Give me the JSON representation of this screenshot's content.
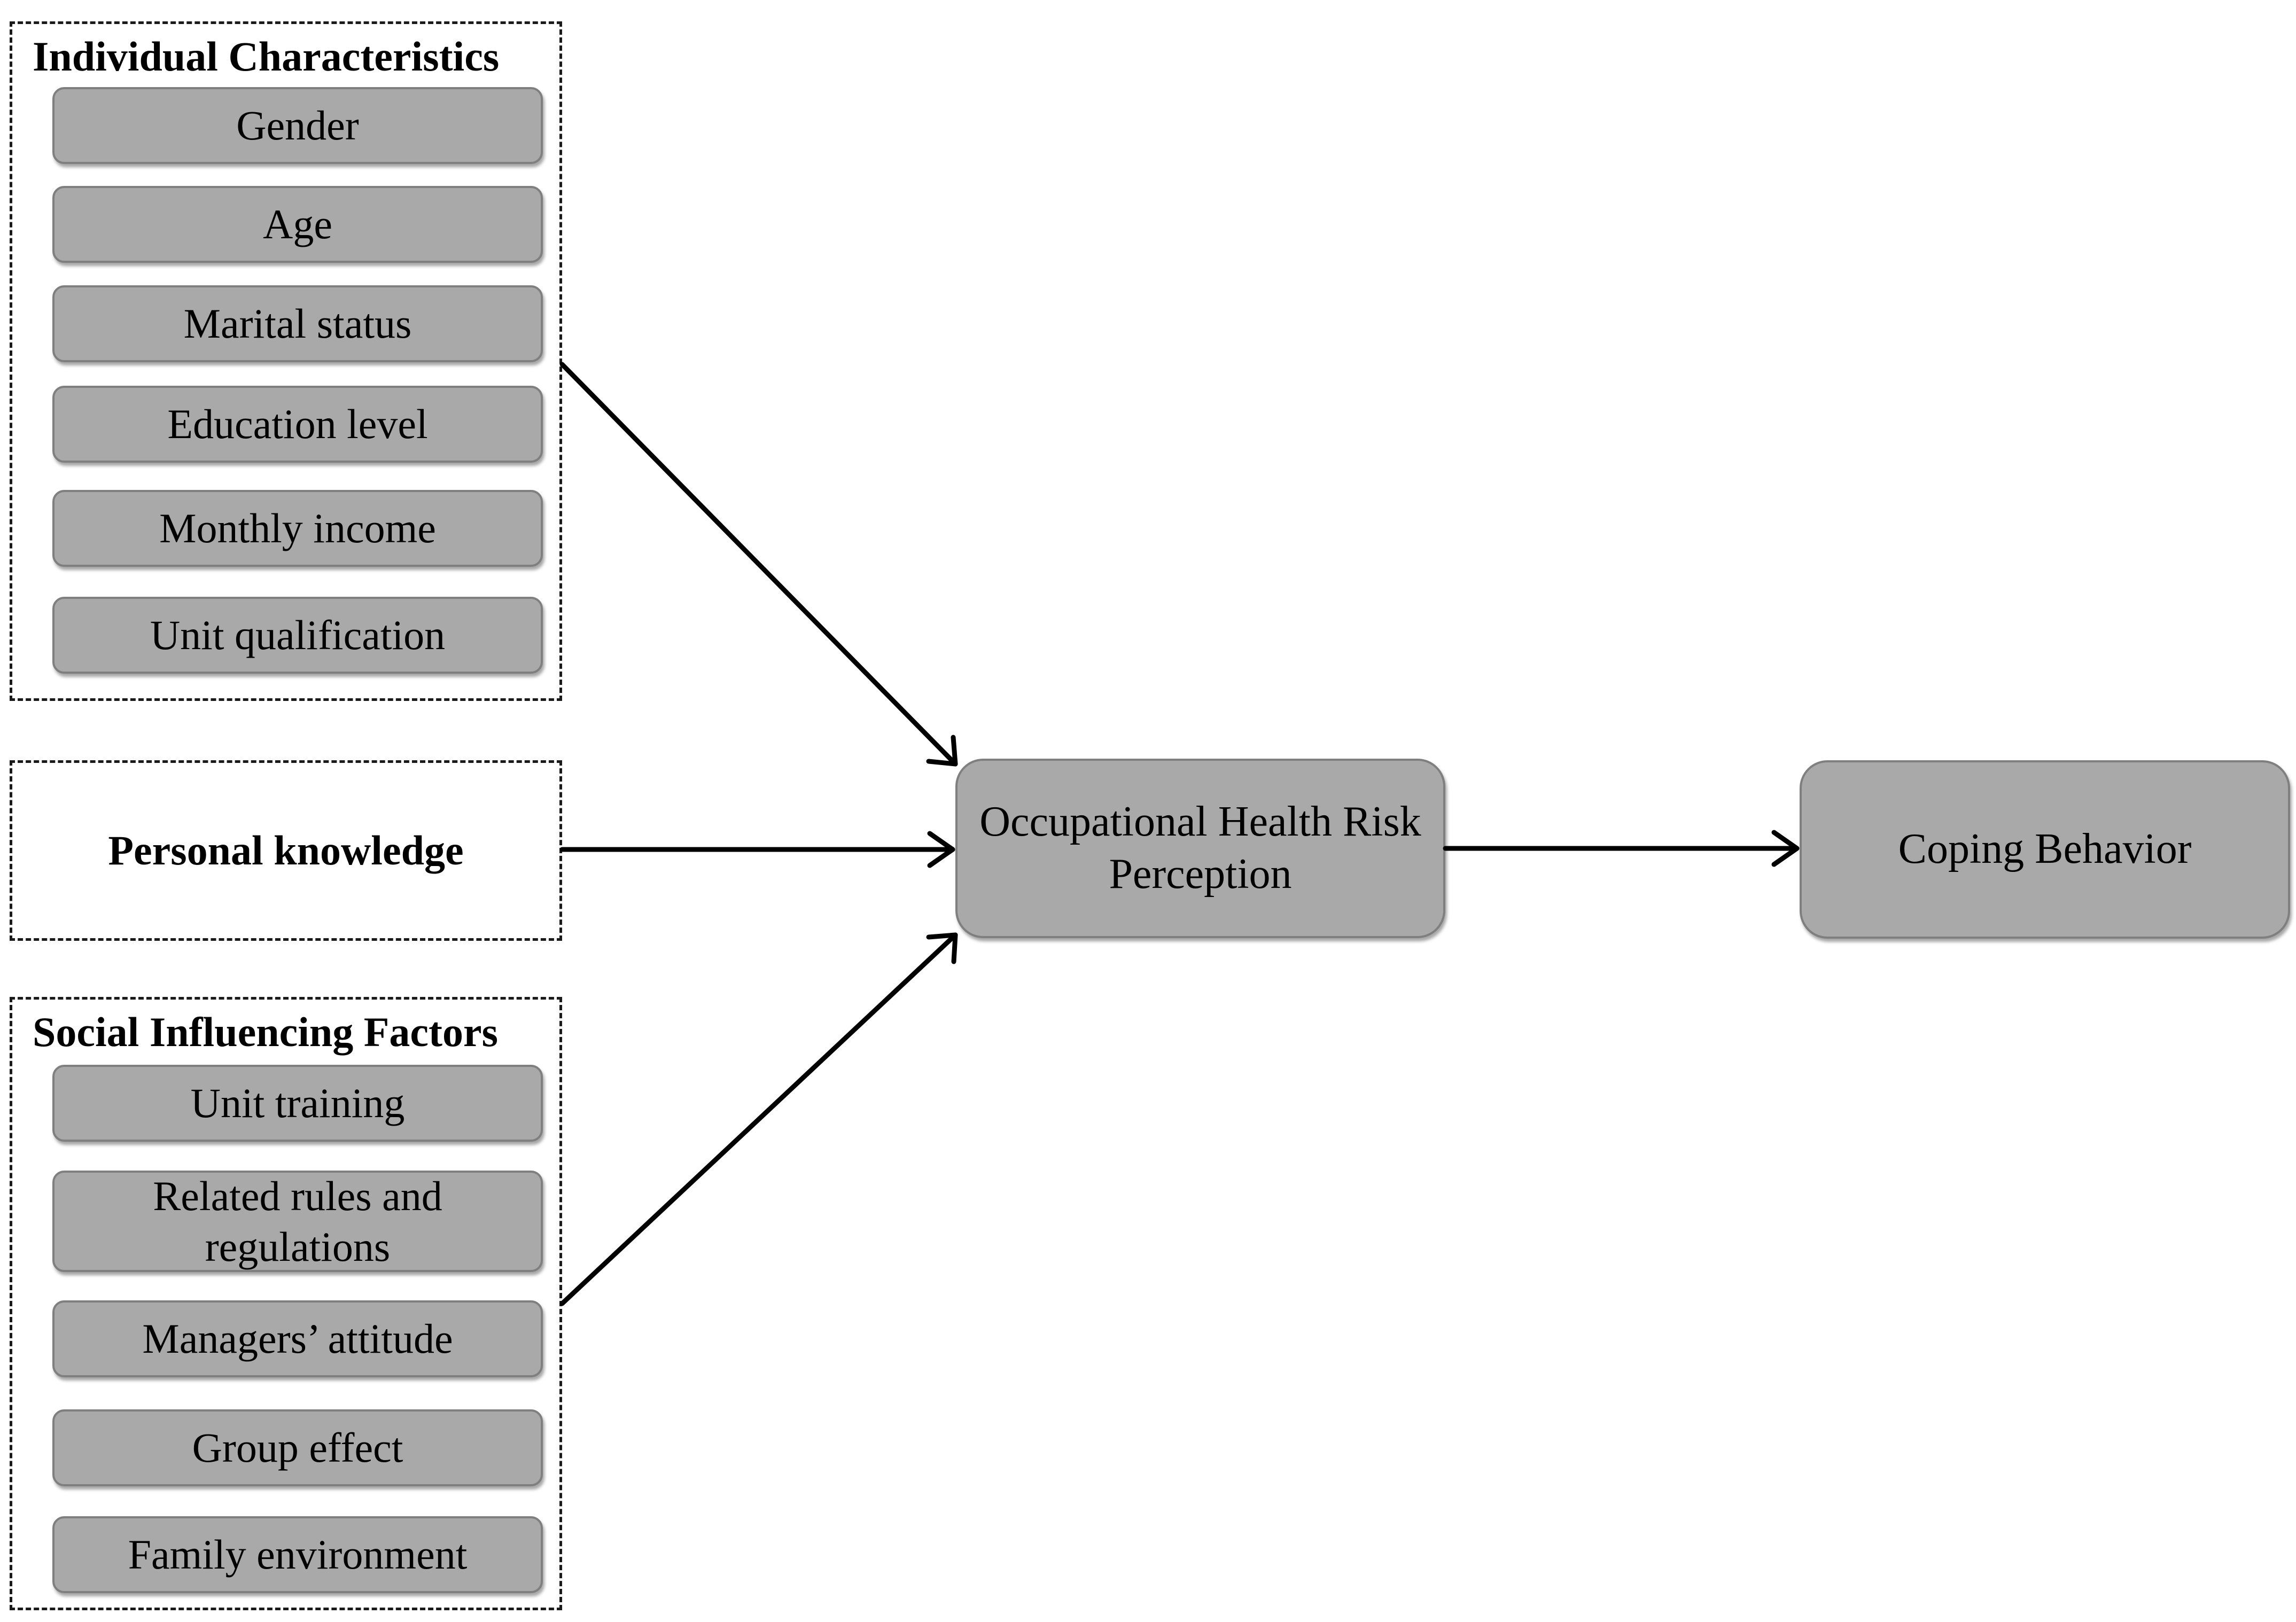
{
  "individual": {
    "title": "Individual Characteristics",
    "items": [
      "Gender",
      "Age",
      "Marital status",
      "Education level",
      "Monthly income",
      "Unit qualification"
    ]
  },
  "knowledge": {
    "title": "Personal knowledge"
  },
  "social": {
    "title": "Social Influencing Factors",
    "items": [
      "Unit training",
      "Related rules and regulations",
      "Managers’ attitude",
      "Group effect",
      "Family environment"
    ]
  },
  "perception": {
    "label": "Occupational Health Risk Perception"
  },
  "coping": {
    "label": "Coping Behavior"
  },
  "colors": {
    "box_fill": "#a9a9a9",
    "box_border": "#7f7f7f",
    "arrow": "#000000"
  }
}
